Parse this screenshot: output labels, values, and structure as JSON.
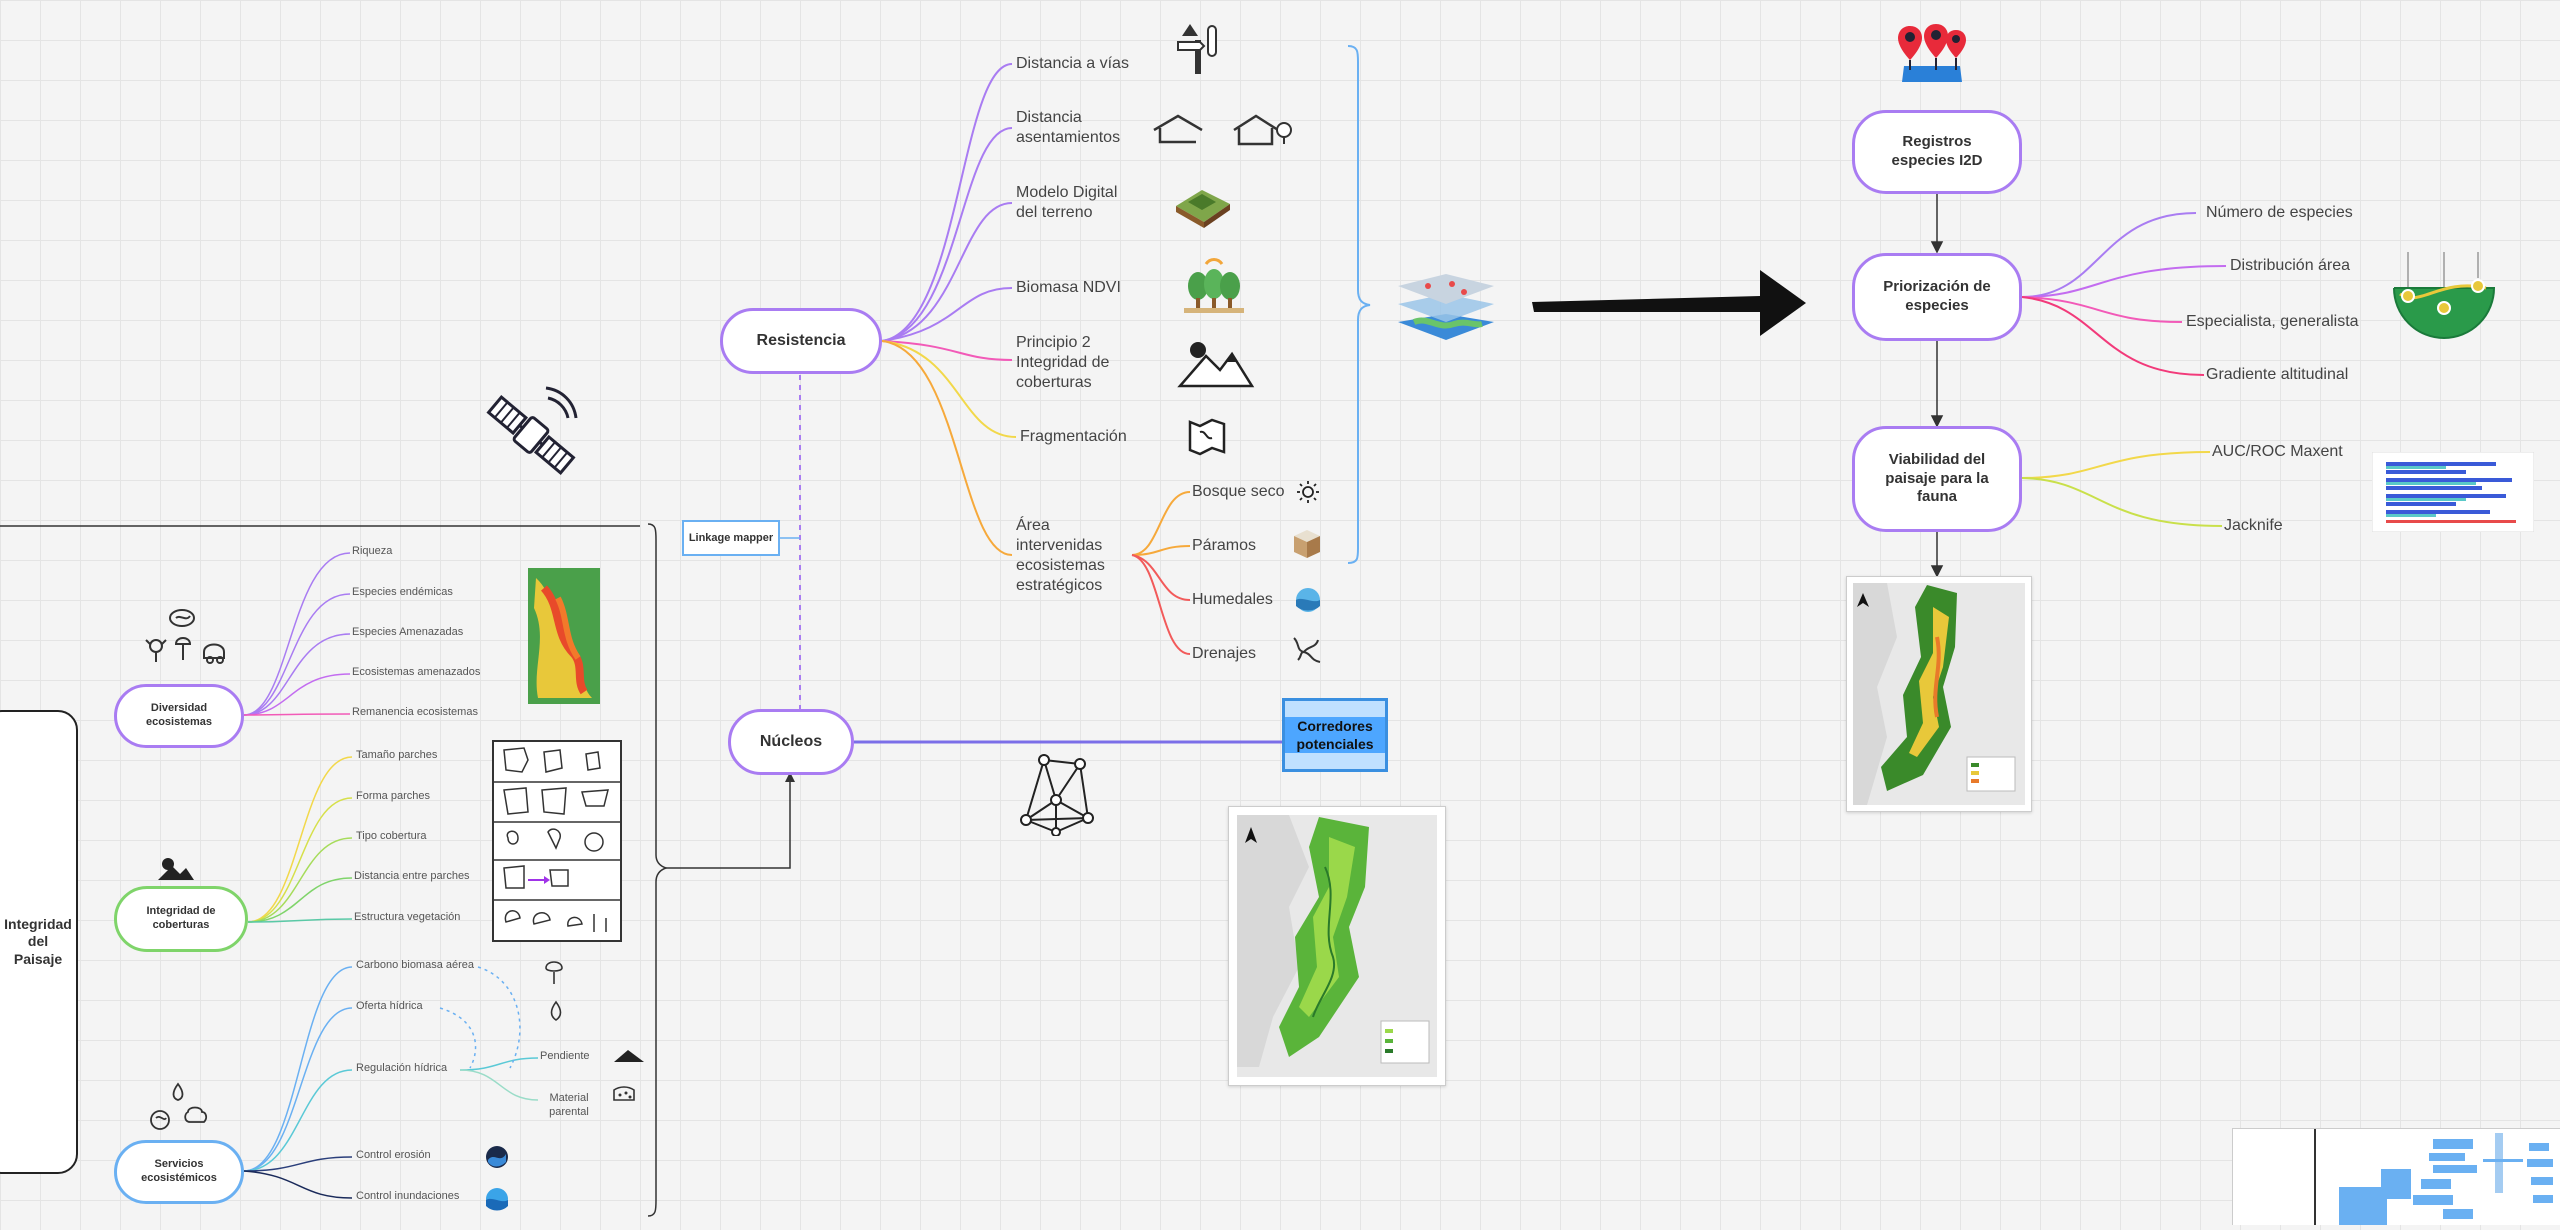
{
  "nodes": {
    "resistencia": "Resistencia",
    "nucleos": "Núcleos",
    "registros": "Registros especies I2D",
    "priorizacion": "Priorización de especies",
    "viabilidad": "Viabilidad del paisaje para la fauna",
    "diversidad": "Diversidad ecosistemas",
    "integridad_coberturas": "Integridad de coberturas",
    "servicios": "Servicios ecosistémicos",
    "integridad_paisaje": "Integridad del Paisaje",
    "linkage": "Linkage mapper",
    "corredores": "Corredores potenciales"
  },
  "resistencia_branches": [
    "Distancia a vías",
    "Distancia asentamientos",
    "Modelo Digital del terreno",
    "Biomasa NDVI",
    "Principio 2 Integridad de coberturas",
    "Fragmentación",
    "Área intervenidas ecosistemas estratégicos"
  ],
  "area_sub": [
    "Bosque seco",
    "Páramos",
    "Humedales",
    "Drenajes"
  ],
  "priorizacion_branches": [
    "Número de especies",
    "Distribución área",
    "Especialista, generalista",
    "Gradiente altitudinal"
  ],
  "viabilidad_branches": [
    "AUC/ROC Maxent",
    "Jacknife"
  ],
  "diversidad_branches": [
    "Riqueza",
    "Especies endémicas",
    "Especies Amenazadas",
    "Ecosistemas amenazados",
    "Remanencia ecosistemas"
  ],
  "coberturas_branches": [
    "Tamaño parches",
    "Forma parches",
    "Tipo cobertura",
    "Distancia entre parches",
    "Estructura vegetación"
  ],
  "servicios_branches": [
    "Carbono biomasa aérea",
    "Oferta hídrica",
    "Regulación hídrica",
    "Control erosión",
    "Control inundaciones"
  ],
  "regulacion_sub": [
    "Pendiente",
    "Material parental"
  ],
  "colors": {
    "purple": "#a97cf2",
    "green": "#7fd46a",
    "blue": "#6ab0f2",
    "yellow": "#f2d84a",
    "pink": "#f25ab8",
    "orange": "#f6a93b"
  }
}
